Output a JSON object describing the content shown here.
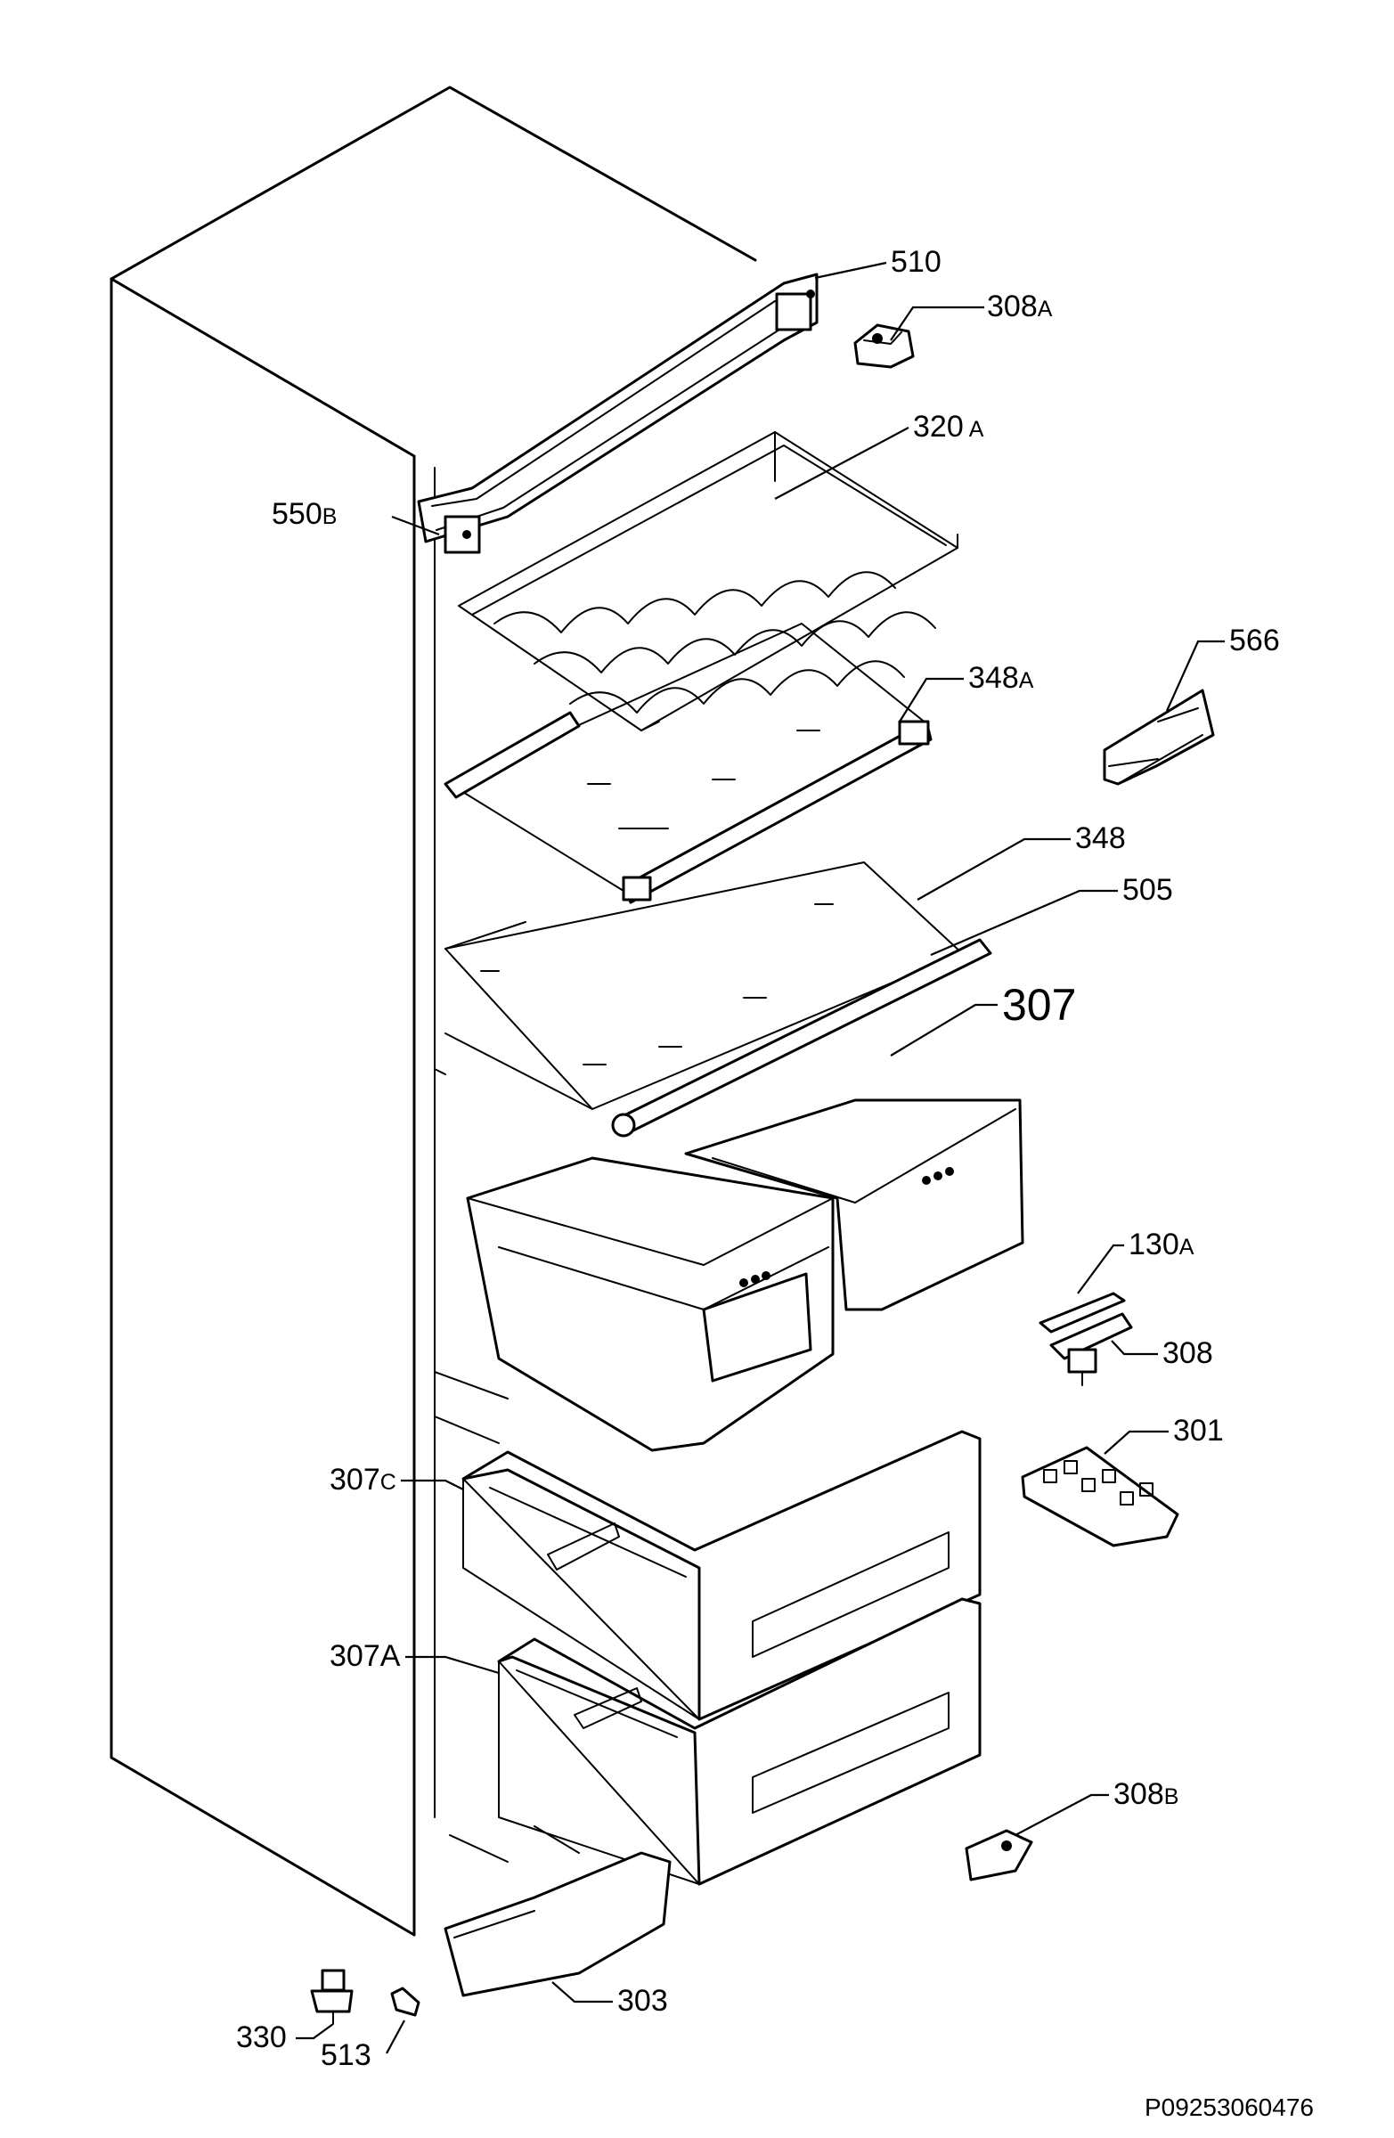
{
  "labels": {
    "l510": "510",
    "l308A": "308",
    "l308A_suffix": "A",
    "l320A": "320",
    "l320A_suffix": "A",
    "l550B": "550",
    "l550B_suffix": "B",
    "l566": "566",
    "l348A": "348",
    "l348A_suffix": "A",
    "l348": "348",
    "l505": "505",
    "l307": "307",
    "l130A": "130",
    "l130A_suffix": "A",
    "l308": "308",
    "l301": "301",
    "l307C": "307",
    "l307C_suffix": "C",
    "l307A": "307A",
    "l308B": "308",
    "l308B_suffix": "B",
    "l330": "330",
    "l513": "513",
    "l303": "303"
  },
  "drawing_code": "P09253060476"
}
